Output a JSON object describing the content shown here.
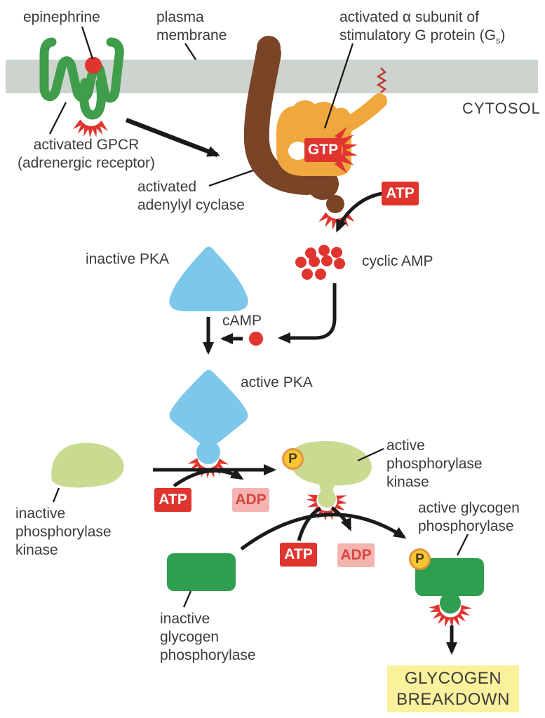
{
  "labels": {
    "epinephrine": "epinephrine",
    "plasma_membrane": [
      "plasma",
      "membrane"
    ],
    "g_alpha_line1": "activated α subunit of",
    "g_alpha_line2_pre": "stimulatory G protein (G",
    "g_alpha_sub": "s",
    "g_alpha_line2_post": ")",
    "cytosol": "CYTOSOL",
    "gpcr": [
      "activated GPCR",
      "(adrenergic receptor)"
    ],
    "adenylyl_cyclase": [
      "activated",
      "adenylyl cyclase"
    ],
    "cyclic_amp": "cyclic AMP",
    "inactive_pka": "inactive PKA",
    "camp": "cAMP",
    "active_pka": "active PKA",
    "inactive_phosphorylase_kinase": [
      "inactive",
      "phosphorylase",
      "kinase"
    ],
    "active_phosphorylase_kinase": [
      "active",
      "phosphorylase",
      "kinase"
    ],
    "inactive_glycogen_phosphorylase": [
      "inactive",
      "glycogen",
      "phosphorylase"
    ],
    "active_glycogen_phosphorylase": [
      "active glycogen",
      "phosphorylase"
    ],
    "glycogen_breakdown": [
      "GLYCOGEN",
      "BREAKDOWN"
    ]
  },
  "badges": {
    "gtp": "GTP",
    "atp": "ATP",
    "adp": "ADP",
    "phosphate": "P"
  },
  "colors": {
    "membrane_gray": "#cdd3cd",
    "receptor_green": "#3f9d4b",
    "enzyme_dark_green": "#2f9e4e",
    "adenylyl_cyclase_brown": "#7a4527",
    "g_protein_orange": "#f0a73e",
    "pka_blue": "#7cc7ea",
    "kinase_light_green": "#c9db90",
    "signal_red": "#e0352f",
    "adp_pink": "#f4b4b0",
    "phosphate_yellow": "#f9c733",
    "breakdown_box_yellow": "#faf19c",
    "text_dark": "#3b3b3b"
  }
}
